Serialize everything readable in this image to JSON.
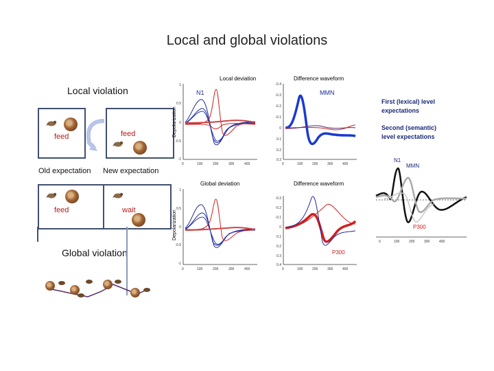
{
  "slide": {
    "title": "Local and global violations",
    "local_violation_label": "Local violation",
    "global_violation_label": "Global violation",
    "old_expectation_label": "Old expectation",
    "new_expectation_label": "New expectation",
    "feed_label_1": "feed",
    "feed_label_2": "feed",
    "feed_label_3": "feed",
    "wait_label": "wait"
  },
  "panels": {
    "local_deviation_title": "Local deviation",
    "difference_waveform_title_1": "Difference waveform",
    "global_deviation_title": "Global deviation",
    "difference_waveform_title_2": "Difference waveform",
    "depolarization_label_1": "Depolarization",
    "depolarization_label_2": "Depolarization",
    "n1_label_1": "N1",
    "mmn_label_1": "MMN",
    "p300_label_1": "P300",
    "n1_label_2": "N1",
    "mmn_label_2": "MMN",
    "p300_label_2": "P300",
    "first_level_caption": "First (lexical) level expectations",
    "second_level_caption": "Second (semantic) level expectations",
    "x_ticks": [
      "0",
      "100",
      "200",
      "300",
      "400"
    ],
    "y_ticks_left": [
      "1",
      "0.5",
      "0",
      "-0.5",
      "-1"
    ],
    "y_ticks_diff": [
      "-0.4",
      "-0.3",
      "-0.2",
      "-0.1",
      "0",
      "0.1",
      "0.2",
      "0.3"
    ],
    "y_ticks_diff_bottom": [
      "-0.3",
      "-0.2",
      "-0.1",
      "0",
      "0.1",
      "0.2",
      "0.3",
      "0.4"
    ]
  },
  "colors": {
    "red": "#d02020",
    "blue": "#1a2a9a",
    "frame": "#3f4f6f",
    "purple_line": "#5a2a6a"
  }
}
